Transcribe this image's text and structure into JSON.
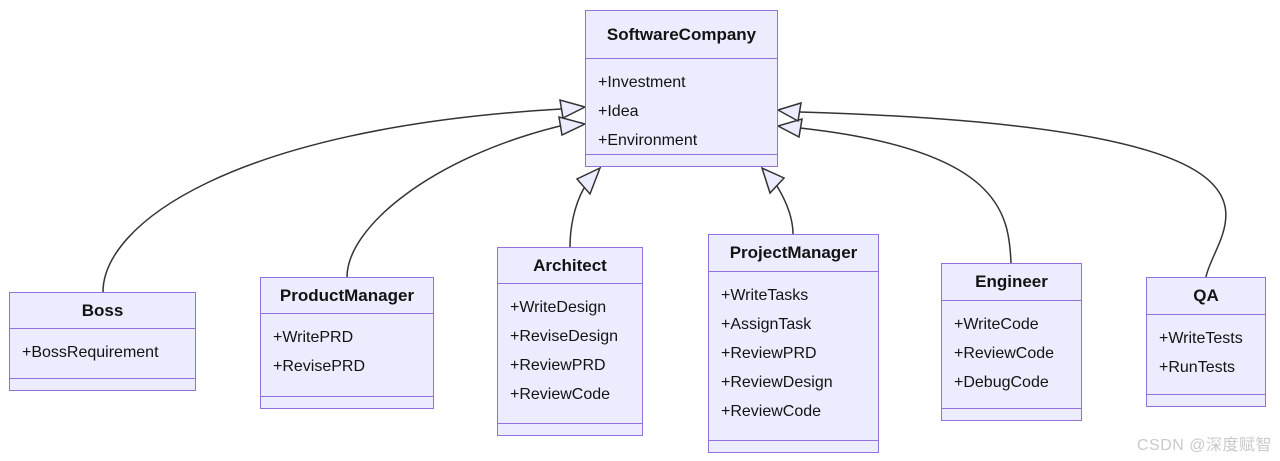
{
  "diagram": {
    "type": "uml-class-diagram",
    "classes": [
      {
        "name": "SoftwareCompany",
        "attributes": [
          "+Investment",
          "+Idea",
          "+Environment"
        ],
        "methods": []
      },
      {
        "name": "Boss",
        "attributes": [
          "+BossRequirement"
        ],
        "methods": []
      },
      {
        "name": "ProductManager",
        "attributes": [
          "+WritePRD",
          "+RevisePRD"
        ],
        "methods": []
      },
      {
        "name": "Architect",
        "attributes": [
          "+WriteDesign",
          "+ReviseDesign",
          "+ReviewPRD",
          "+ReviewCode"
        ],
        "methods": []
      },
      {
        "name": "ProjectManager",
        "attributes": [
          "+WriteTasks",
          "+AssignTask",
          "+ReviewPRD",
          "+ReviewDesign",
          "+ReviewCode"
        ],
        "methods": []
      },
      {
        "name": "Engineer",
        "attributes": [
          "+WriteCode",
          "+ReviewCode",
          "+DebugCode"
        ],
        "methods": []
      },
      {
        "name": "QA",
        "attributes": [
          "+WriteTests",
          "+RunTests"
        ],
        "methods": []
      }
    ],
    "relationships": [
      {
        "child": "Boss",
        "parent": "SoftwareCompany",
        "type": "inheritance"
      },
      {
        "child": "ProductManager",
        "parent": "SoftwareCompany",
        "type": "inheritance"
      },
      {
        "child": "Architect",
        "parent": "SoftwareCompany",
        "type": "inheritance"
      },
      {
        "child": "ProjectManager",
        "parent": "SoftwareCompany",
        "type": "inheritance"
      },
      {
        "child": "Engineer",
        "parent": "SoftwareCompany",
        "type": "inheritance"
      },
      {
        "child": "QA",
        "parent": "SoftwareCompany",
        "type": "inheritance"
      }
    ],
    "colors": {
      "box_fill": "#ECECFF",
      "box_border": "#9370DB",
      "edge_stroke": "#333333",
      "text": "#131313",
      "watermark": "#C9C9C9"
    }
  },
  "watermark": {
    "text": "CSDN @深度赋智"
  }
}
